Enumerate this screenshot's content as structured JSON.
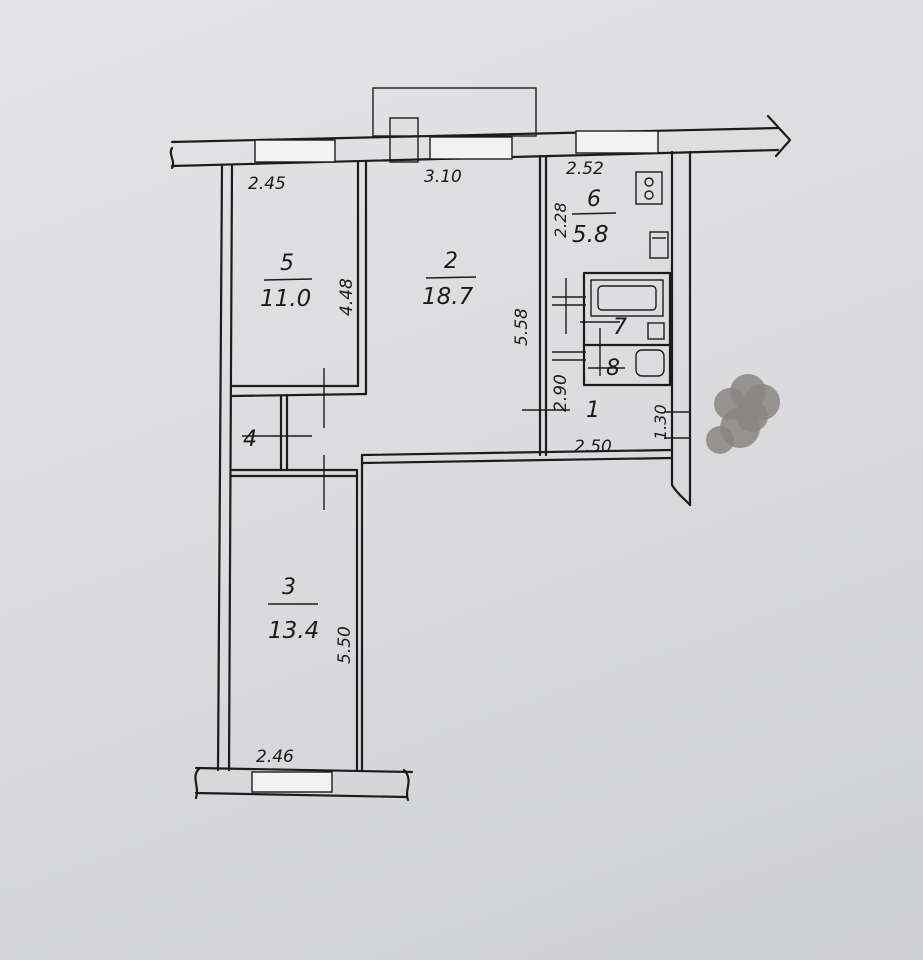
{
  "plan": {
    "rooms": [
      {
        "id": "room-1",
        "number": "1",
        "area": ""
      },
      {
        "id": "room-2",
        "number": "2",
        "area": "18.7"
      },
      {
        "id": "room-3",
        "number": "3",
        "area": "13.4"
      },
      {
        "id": "room-4",
        "number": "4",
        "area": ""
      },
      {
        "id": "room-5",
        "number": "5",
        "area": "11.0"
      },
      {
        "id": "room-6",
        "number": "6",
        "area": "5.8"
      },
      {
        "id": "room-7",
        "number": "7",
        "area": ""
      },
      {
        "id": "room-8",
        "number": "8",
        "area": ""
      }
    ],
    "dimensions": {
      "room5_width": "2.45",
      "room5_length": "4.48",
      "room2_width": "3.10",
      "room2_length": "5.58",
      "room6_width": "2.52",
      "room6_length": "2.28",
      "hall_length": "2.90",
      "hall_width": "2.50",
      "hall_small": "1.30",
      "room3_width": "2.46",
      "room3_length": "5.50"
    }
  },
  "colors": {
    "paper": "#dcdcdf",
    "ink": "#1c1c1c",
    "blot": "#8a8582"
  }
}
